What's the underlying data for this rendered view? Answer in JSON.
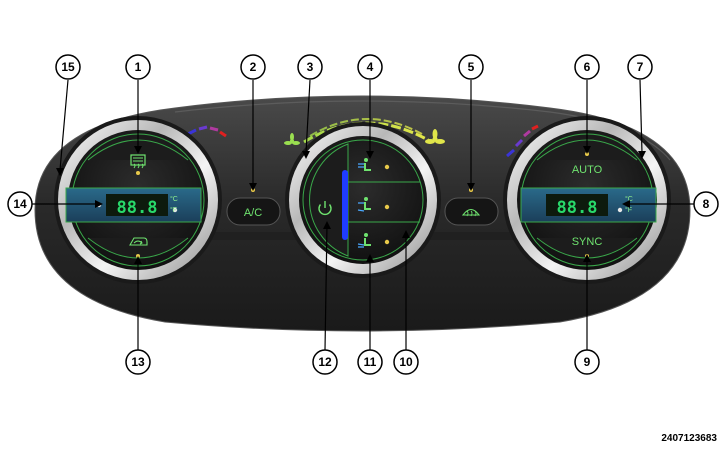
{
  "panel": {
    "left_display": "88.8",
    "right_display": "88.8",
    "unit_c": "°C",
    "unit_f": "°F",
    "ac_label": "A/C",
    "auto_label": "AUTO",
    "sync_label": "SYNC"
  },
  "callouts": [
    "1",
    "2",
    "3",
    "4",
    "5",
    "6",
    "7",
    "8",
    "9",
    "10",
    "11",
    "12",
    "13",
    "14",
    "15"
  ],
  "figure_id": "2407123683",
  "colors": {
    "panel_body": "#2b2b2b",
    "lcd_green": "#28d96a",
    "button_text_green": "#6fe36f",
    "fan_arc": "#b9e34a",
    "hot_red": "#e02020",
    "cold_blue": "#3a34d8",
    "power_bar": "#1f3cff"
  },
  "icons": [
    "rear-defrost-icon",
    "front-defrost-icon",
    "recirculation-icon",
    "power-icon",
    "fan-low-icon",
    "fan-high-icon",
    "vent-mode-icon",
    "bilevel-mode-icon",
    "floor-mode-icon"
  ]
}
